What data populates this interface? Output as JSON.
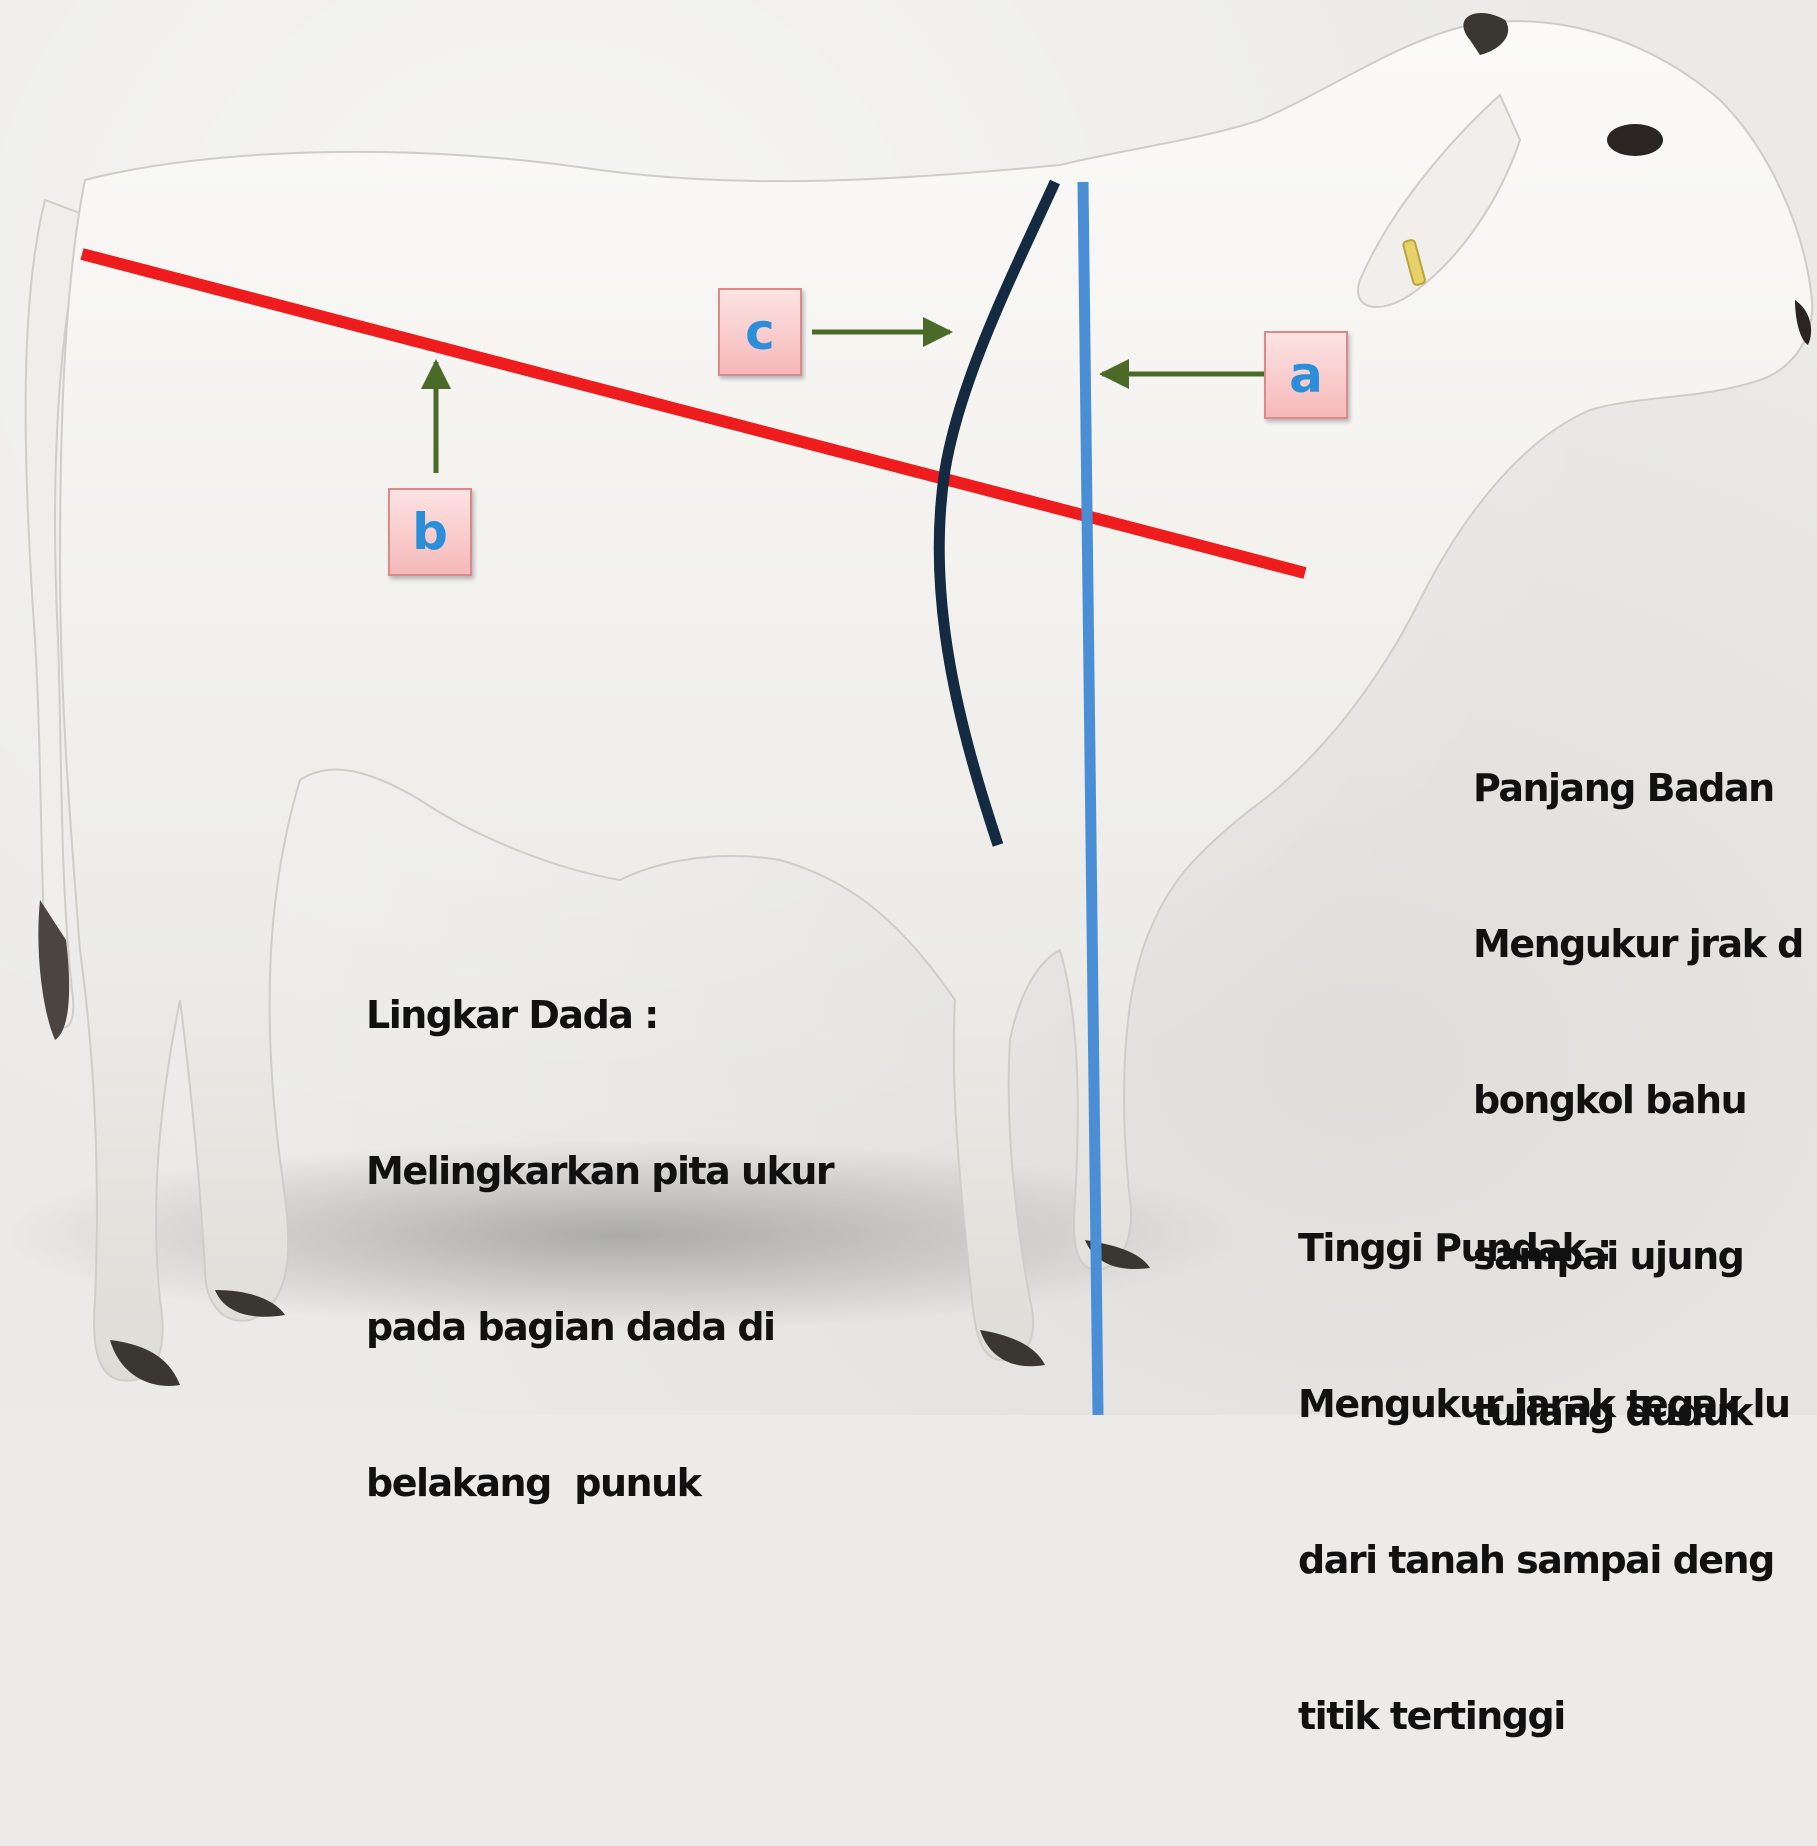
{
  "labels": {
    "a": "a",
    "b": "b",
    "c": "c"
  },
  "captions": {
    "lingkar_dada": [
      "Lingkar Dada :",
      "Melingkarkan pita ukur",
      "pada bagian dada di",
      "belakang  punuk"
    ],
    "panjang_badan": [
      "Panjang Badan",
      "Mengukur jrak d",
      "bongkol bahu",
      "sampai ujung",
      "tullang duduk"
    ],
    "tinggi_pundak": [
      "Tinggi Pundak :",
      "Mengukur jarak tegak lu",
      "dari tanah sampai deng",
      "titik tertinggi"
    ]
  },
  "colors": {
    "body_length_line": "#ee1c1c",
    "shoulder_height_line": "#4a8fd6",
    "chest_girth_line": "#142a40",
    "arrow": "#4a6a28",
    "label_text": "#2a8fd8",
    "label_bg": "#f7c4c4",
    "cow": "#f4f3f0"
  },
  "icons": {
    "subject": "cow-illustration"
  }
}
